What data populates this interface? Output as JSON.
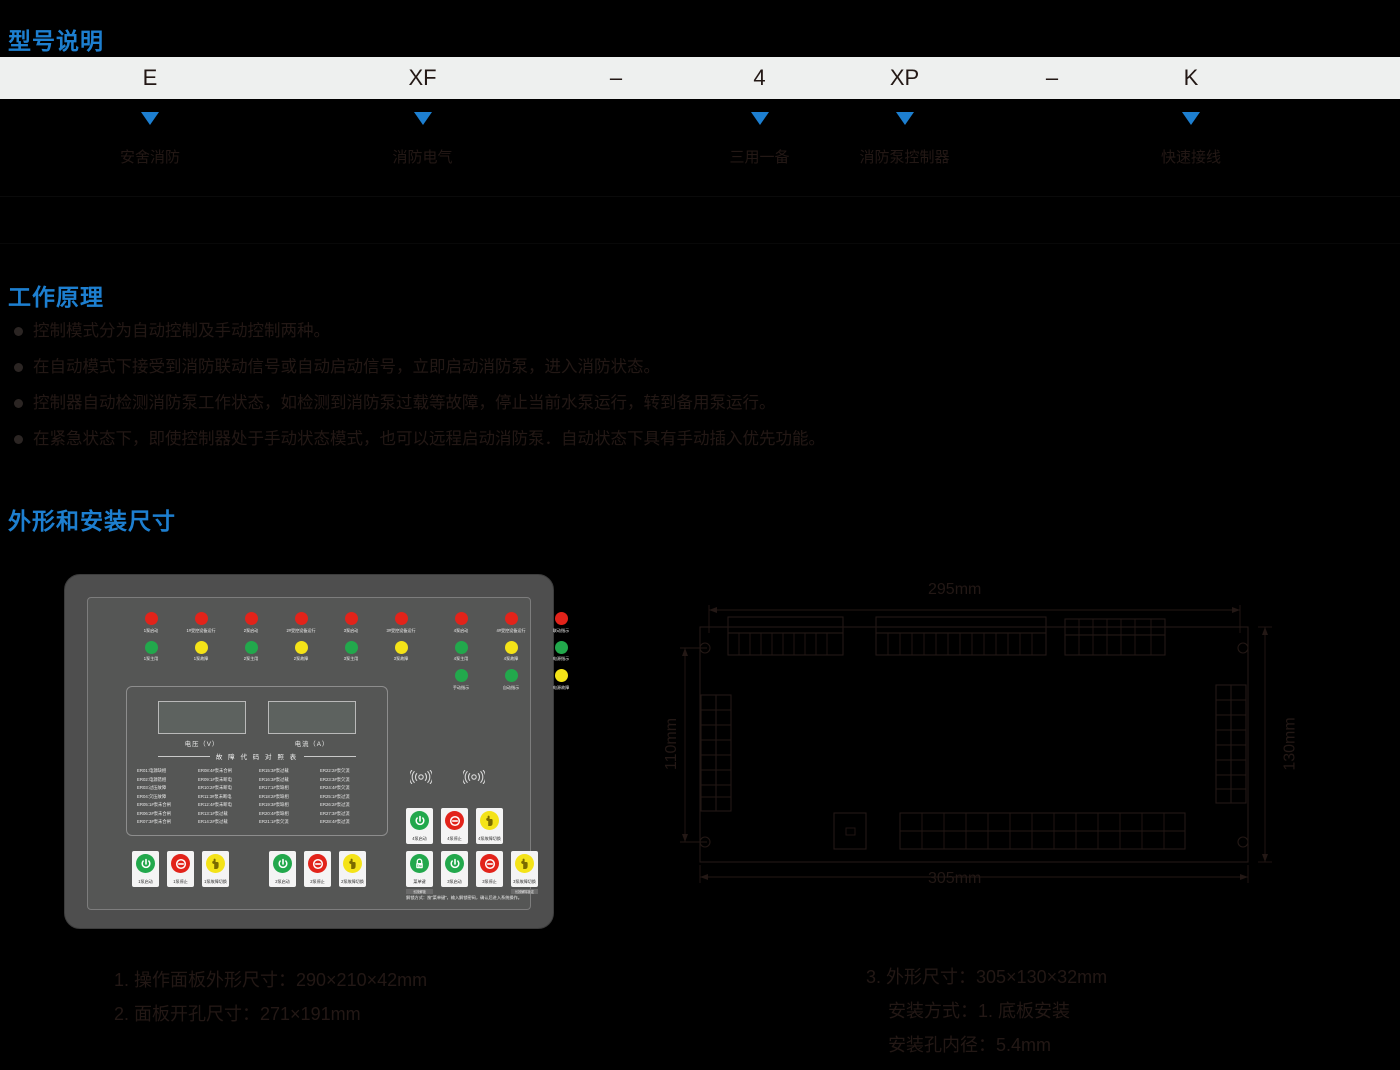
{
  "sections": {
    "model_heading": "型号说明",
    "principle_heading": "工作原理",
    "dimension_heading": "外形和安装尺寸"
  },
  "model": {
    "codes": [
      "E",
      "XF",
      "–",
      "4",
      "XP",
      "–",
      "K"
    ],
    "meanings": [
      "安舍消防",
      "消防电气",
      "",
      "三用一备",
      "消防泵控制器",
      "",
      "快速接线"
    ],
    "arrow_icon": "triangle-down-icon",
    "accent_color": "#1d7fd0",
    "strip_bg": "#eef0ef"
  },
  "principle": {
    "bullets": [
      "控制模式分为自动控制及手动控制两种。",
      "在自动模式下接受到消防联动信号或自动启动信号，立即启动消防泵，进入消防状态。",
      "控制器自动检测消防泵工作状态，如检测到消防泵过载等故障，停止当前水泵运行，转到备用泵运行。",
      "在紧急状态下，即使控制器处于手动状态模式，也可以远程启动消防泵．自动状态下具有手动插入优先功能。"
    ]
  },
  "panel": {
    "led_groups_left": [
      {
        "top": {
          "color": "red",
          "label": "1泵启动"
        },
        "mid": {
          "color": "green",
          "label": "1泵主用"
        }
      },
      {
        "top": {
          "color": "red",
          "label": "1#受控设备运行"
        },
        "mid": {
          "color": "yellow",
          "label": "1泵故障"
        }
      },
      {
        "top": {
          "color": "red",
          "label": "2泵启动"
        },
        "mid": {
          "color": "green",
          "label": "2泵主用"
        }
      },
      {
        "top": {
          "color": "red",
          "label": "2#受控设备运行"
        },
        "mid": {
          "color": "yellow",
          "label": "2泵故障"
        }
      },
      {
        "top": {
          "color": "red",
          "label": "3泵启动"
        },
        "mid": {
          "color": "green",
          "label": "3泵主用"
        }
      },
      {
        "top": {
          "color": "red",
          "label": "3#受控设备运行"
        },
        "mid": {
          "color": "yellow",
          "label": "3泵故障"
        }
      }
    ],
    "led_groups_right": [
      {
        "top": {
          "color": "red",
          "label": "4泵启动"
        },
        "mid": {
          "color": "green",
          "label": "4泵主用"
        },
        "bot": {
          "color": "green",
          "label": "手动指示"
        }
      },
      {
        "top": {
          "color": "red",
          "label": "4#受控设备运行"
        },
        "mid": {
          "color": "yellow",
          "label": "4泵故障"
        },
        "bot": {
          "color": "green",
          "label": "自动指示"
        }
      },
      {
        "top": {
          "color": "red",
          "label": "联动指示"
        },
        "mid": {
          "color": "green",
          "label": "电源指示"
        },
        "bot": {
          "color": "yellow",
          "label": "电源故障"
        }
      }
    ],
    "meters": [
      {
        "value": "",
        "label": "电压（V）"
      },
      {
        "value": "",
        "label": "电流（A）"
      }
    ],
    "fault_table_title": "故 障 代 码 对 照 表",
    "fault_codes": [
      "ER01:电源缺相",
      "ER08:4#泵未合闸",
      "ER15:3#泵过载",
      "ER22:2#泵欠流",
      "ER02:电源错相",
      "ER09:1#泵未断电",
      "ER16:3#泵过载",
      "ER23:3#泵欠流",
      "ER03:过压故障",
      "ER10:2#泵未断电",
      "ER17:1#泵缺相",
      "ER24:4#泵欠流",
      "ER04:欠压故障",
      "ER11:3#泵未断电",
      "ER18:2#泵缺相",
      "ER25:1#泵过流",
      "ER05:1#泵未合闸",
      "ER12:4#泵未断电",
      "ER19:3#泵缺相",
      "ER26:2#泵过流",
      "ER06:2#泵未合闸",
      "ER13:1#泵过载",
      "ER20:4#泵缺相",
      "ER27:3#泵过流",
      "ER07:3#泵未合闸",
      "ER14:2#泵过载",
      "ER21:1#泵欠流",
      "ER28:4#泵过流"
    ],
    "buzzer_icon": "buzzer-icon",
    "buttons_pump4": [
      {
        "icon": "power-icon",
        "color": "green",
        "label": "4泵启动"
      },
      {
        "icon": "stop-icon",
        "color": "red",
        "label": "4泵停止"
      },
      {
        "icon": "hand-icon",
        "color": "yellow",
        "label": "4泵故障切换"
      }
    ],
    "buttons_main": [
      {
        "icon": "power-icon",
        "color": "green",
        "label": "1泵启动",
        "sub": ""
      },
      {
        "icon": "stop-icon",
        "color": "red",
        "label": "1泵停止",
        "sub": ""
      },
      {
        "icon": "hand-icon",
        "color": "yellow",
        "label": "1泵故障切换",
        "sub": ""
      },
      {
        "icon": "power-icon",
        "color": "green",
        "label": "2泵启动",
        "sub": ""
      },
      {
        "icon": "stop-icon",
        "color": "red",
        "label": "2泵停止",
        "sub": ""
      },
      {
        "icon": "hand-icon",
        "color": "yellow",
        "label": "2泵故障切换",
        "sub": ""
      },
      {
        "icon": "lock-esc-icon",
        "color": "green",
        "label": "菜单键",
        "sub": "长按解锁"
      },
      {
        "icon": "power-icon",
        "color": "green",
        "label": "3泵启动",
        "sub": ""
      },
      {
        "icon": "stop-icon",
        "color": "red",
        "label": "3泵停止",
        "sub": ""
      },
      {
        "icon": "hand-icon",
        "color": "yellow",
        "label": "3泵故障切换",
        "sub": "长按解除锁定"
      }
    ],
    "unlock_note": "解锁方式：按“菜单键”，输入解锁密码，确认后进入系统操作。"
  },
  "dimension_drawing": {
    "width_outer": "305mm",
    "width_inner": "295mm",
    "height_outer": "130mm",
    "height_inner": "110mm"
  },
  "captions": {
    "left": [
      "1. 操作面板外形尺寸：290×210×42mm",
      "2. 面板开孔尺寸：271×191mm"
    ],
    "right": [
      "3. 外形尺寸：305×130×32mm",
      "安装方式：1. 底板安装",
      "安装孔内径：5.4mm"
    ]
  }
}
